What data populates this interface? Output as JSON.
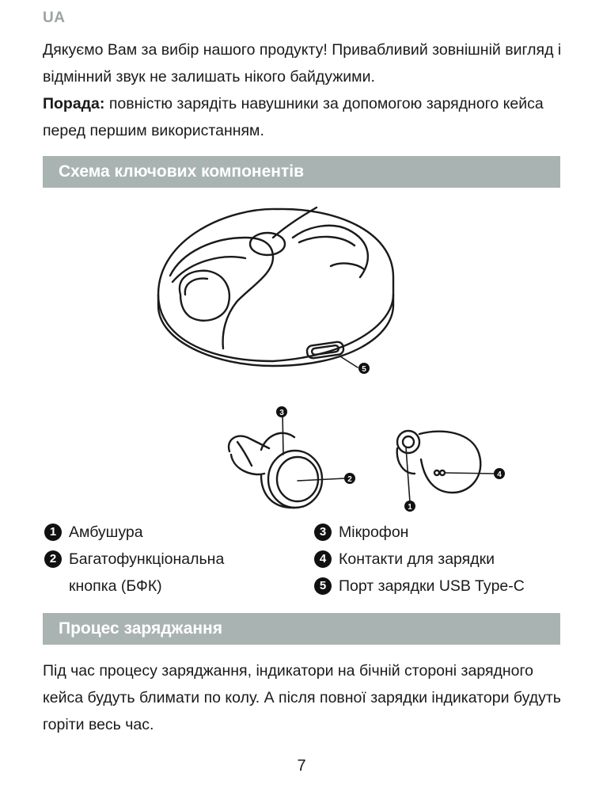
{
  "lang": "UA",
  "intro": "Дякуємо Вам за вибір нашого продукту! Привабливий зовнішній вигляд і відмінний звук не залишать нікого байдужими.",
  "tip": {
    "label": "Порада:",
    "text": " повністю зарядіть навушники за допомогою зарядного кейса перед першим використанням."
  },
  "section1_title": "Схема ключових компонентів",
  "figure": {
    "callouts": [
      "1",
      "2",
      "3",
      "4",
      "5"
    ]
  },
  "legend": {
    "items": [
      {
        "num": "1",
        "label": "Амбушура"
      },
      {
        "num": "2",
        "label": "Багатофункціональна",
        "label_cont": "кнопка (БФК)"
      },
      {
        "num": "3",
        "label": "Мікрофон"
      },
      {
        "num": "4",
        "label": "Контакти для зарядки"
      },
      {
        "num": "5",
        "label": "Порт зарядки USB Type-C"
      }
    ]
  },
  "section2_title": "Процес заряджання",
  "charging_text": "Під час процесу заряджання, індикатори на бічній стороні зарядного кейса будуть блимати по колу. А після повної зарядки індикатори будуть горіти весь час.",
  "page_number": "7"
}
